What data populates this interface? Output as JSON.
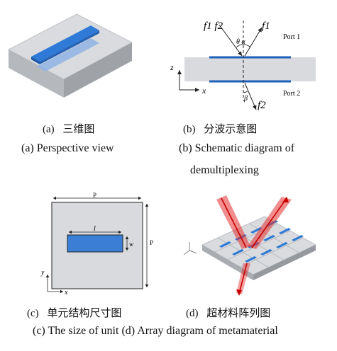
{
  "panels": {
    "a": {
      "caption_cn_letter": "(a)",
      "caption_cn": "三维图",
      "caption_en": "(a) Perspective view"
    },
    "b": {
      "caption_cn_letter": "(b)",
      "caption_cn": "分波示意图",
      "caption_en_line1": "(b) Schematic diagram of",
      "caption_en_line2": "demultiplexing",
      "labels": {
        "f1f2": "f1 f2",
        "f1": "f1",
        "f2": "f2",
        "theta_alpha": "θ α",
        "beta": "β",
        "port1": "Port 1",
        "port2": "Port 2",
        "z_axis": "z",
        "x_axis": "x"
      }
    },
    "c": {
      "caption_cn_letter": "(c)",
      "caption_cn": "单元结构尺寸图",
      "labels": {
        "p_top": "P",
        "p_right": "P",
        "l": "l",
        "w": "w",
        "y_axis": "y",
        "x_axis": "x"
      }
    },
    "d": {
      "caption_cn_letter": "(d)",
      "caption_cn": "超材料阵列图"
    }
  },
  "bottom_caption": "(c) The size of unit (d) Array diagram of metamaterial",
  "colors": {
    "substrate": "#d7d9dc",
    "substrate_side": "#a9acb0",
    "strip_blue": "#3a7fd5",
    "strip_dark": "#1c5fb8",
    "beam_red": "#e02020"
  }
}
